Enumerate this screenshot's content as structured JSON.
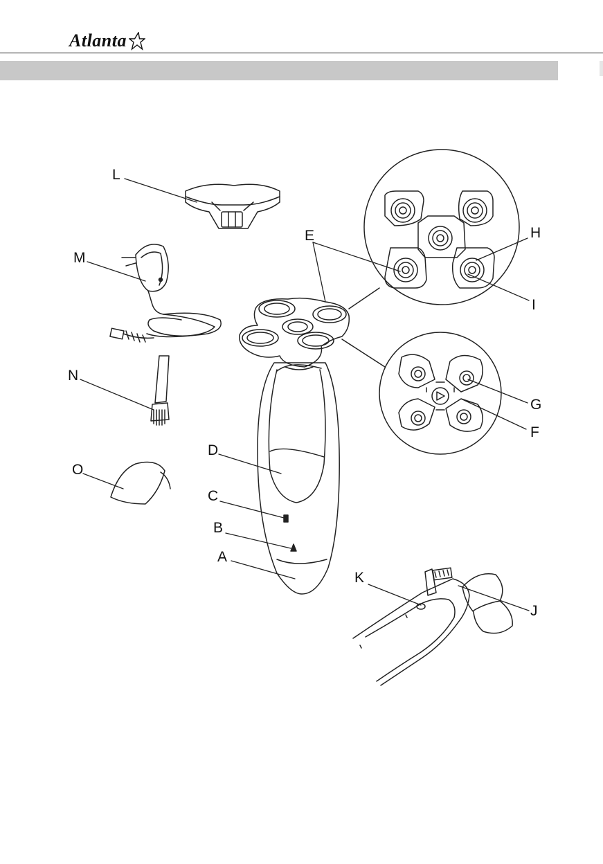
{
  "header": {
    "brand": "Atlanta"
  },
  "figure": {
    "labels": {
      "L": "L",
      "M": "M",
      "N": "N",
      "O": "O",
      "E": "E",
      "H": "H",
      "I": "I",
      "D": "D",
      "C": "C",
      "B": "B",
      "A": "A",
      "G": "G",
      "F": "F",
      "K": "K",
      "J": "J"
    }
  },
  "colors": {
    "title_bar": "#c8c8c8",
    "line": "#222222",
    "paper": "#ffffff"
  }
}
